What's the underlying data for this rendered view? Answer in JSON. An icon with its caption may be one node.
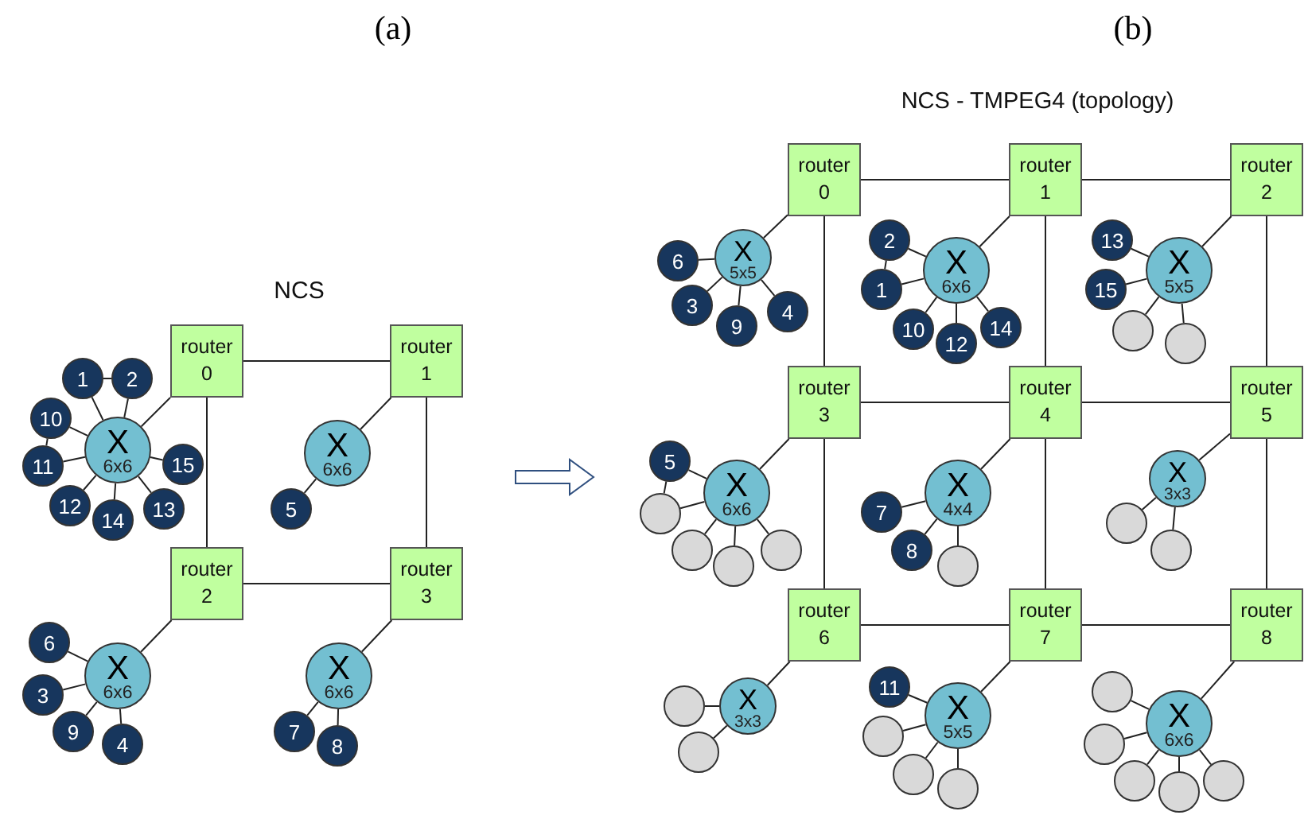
{
  "diagram": {
    "nodes": [
      {
        "text": [
          "router 0"
        ]
      },
      {
        "text": [
          "router 1"
        ]
      },
      {
        "text": [
          "router 2"
        ]
      },
      {
        "text": [
          "router 3"
        ]
      },
      {
        "text": [
          "X",
          "6x6"
        ]
      },
      {
        "text": [
          "1"
        ]
      },
      {
        "text": [
          "2"
        ]
      },
      {
        "text": [
          "10"
        ]
      },
      {
        "text": [
          "11"
        ]
      },
      {
        "text": [
          "12"
        ]
      },
      {
        "text": [
          "14"
        ]
      },
      {
        "text": [
          "13"
        ]
      },
      {
        "text": [
          "15"
        ]
      },
      {
        "text": [
          "X",
          "6x6"
        ]
      },
      {
        "text": [
          "5"
        ]
      },
      {
        "text": [
          "X",
          "6x6"
        ]
      },
      {
        "text": [
          "6"
        ]
      },
      {
        "text": [
          "3"
        ]
      },
      {
        "text": [
          "9"
        ]
      },
      {
        "text": [
          "4"
        ]
      },
      {
        "text": [
          "X",
          "6x6"
        ]
      },
      {
        "text": [
          "7"
        ]
      },
      {
        "text": [
          "8"
        ]
      },
      {
        "text": [
          "router 0"
        ]
      },
      {
        "text": [
          "router 1"
        ]
      },
      {
        "text": [
          "router 2"
        ]
      },
      {
        "text": [
          "router 3"
        ]
      },
      {
        "text": [
          "router 4"
        ]
      },
      {
        "text": [
          "router 5"
        ]
      },
      {
        "text": [
          "router 6"
        ]
      },
      {
        "text": [
          "router 7"
        ]
      },
      {
        "text": [
          "router 8"
        ]
      },
      {
        "text": [
          "X",
          "5x5"
        ]
      },
      {
        "text": [
          "6"
        ]
      },
      {
        "text": [
          "3"
        ]
      },
      {
        "text": [
          "9"
        ]
      },
      {
        "text": [
          "4"
        ]
      },
      {
        "text": [
          "X",
          "6x6"
        ]
      },
      {
        "text": [
          "2"
        ]
      },
      {
        "text": [
          "1"
        ]
      },
      {
        "text": [
          "10"
        ]
      },
      {
        "text": [
          "12"
        ]
      },
      {
        "text": [
          "14"
        ]
      },
      {
        "text": [
          "X",
          "5x5"
        ]
      },
      {
        "text": [
          "13"
        ]
      },
      {
        "text": [
          "15"
        ]
      },
      {
        "text": [],
        "shape": "circle"
      },
      {
        "text": [],
        "shape": "circle"
      },
      {
        "text": [
          "X",
          "6x6"
        ]
      },
      {
        "text": [
          "5"
        ]
      },
      {
        "text": [],
        "shape": "circle"
      },
      {
        "text": [],
        "shape": "circle"
      },
      {
        "text": [],
        "shape": "circle"
      },
      {
        "text": [],
        "shape": "circle"
      },
      {
        "text": [
          "X",
          "4x4"
        ]
      },
      {
        "text": [
          "7"
        ]
      },
      {
        "text": [
          "8"
        ]
      },
      {
        "text": [],
        "shape": "circle"
      },
      {
        "text": [
          "X",
          "3x3"
        ]
      },
      {
        "text": [],
        "shape": "circle"
      },
      {
        "text": [],
        "shape": "circle"
      },
      {
        "text": [
          "X",
          "3x3"
        ]
      },
      {
        "text": [],
        "shape": "circle"
      },
      {
        "text": [],
        "shape": "circle"
      },
      {
        "text": [
          "X",
          "5x5"
        ]
      },
      {
        "text": [
          "11"
        ]
      },
      {
        "text": [],
        "shape": "circle"
      },
      {
        "text": [],
        "shape": "circle"
      },
      {
        "text": [],
        "shape": "circle"
      },
      {
        "text": [
          "X",
          "6x6"
        ]
      },
      {
        "text": [],
        "shape": "circle"
      },
      {
        "text": [],
        "shape": "circle"
      },
      {
        "text": [],
        "shape": "circle"
      },
      {
        "text": [],
        "shape": "circle"
      },
      {
        "text": [],
        "shape": "circle"
      }
    ],
    "edges": [
      {
        "from": 0,
        "to": 1,
        "arrow": "none"
      },
      {
        "from": 0,
        "to": 2,
        "arrow": "none"
      },
      {
        "from": 1,
        "to": 3,
        "arrow": "none"
      },
      {
        "from": 2,
        "to": 3,
        "arrow": "none"
      },
      {
        "from": 0,
        "to": 4,
        "arrow": "none"
      },
      {
        "from": 4,
        "to": 5,
        "arrow": "none"
      },
      {
        "from": 4,
        "to": 6,
        "arrow": "none"
      },
      {
        "from": 4,
        "to": 7,
        "arrow": "none"
      },
      {
        "from": 4,
        "to": 8,
        "arrow": "none"
      },
      {
        "from": 4,
        "to": 9,
        "arrow": "none"
      },
      {
        "from": 4,
        "to": 10,
        "arrow": "none"
      },
      {
        "from": 4,
        "to": 11,
        "arrow": "none"
      },
      {
        "from": 4,
        "to": 12,
        "arrow": "none"
      },
      {
        "from": 5,
        "to": 6,
        "arrow": "none"
      },
      {
        "from": 7,
        "to": 8,
        "arrow": "none"
      },
      {
        "from": 1,
        "to": 13,
        "arrow": "none"
      },
      {
        "from": 13,
        "to": 14,
        "arrow": "none"
      },
      {
        "from": 2,
        "to": 15,
        "arrow": "none"
      },
      {
        "from": 15,
        "to": 16,
        "arrow": "none"
      },
      {
        "from": 15,
        "to": 17,
        "arrow": "none"
      },
      {
        "from": 15,
        "to": 18,
        "arrow": "none"
      },
      {
        "from": 15,
        "to": 19,
        "arrow": "none"
      },
      {
        "from": 3,
        "to": 20,
        "arrow": "none"
      },
      {
        "from": 20,
        "to": 21,
        "arrow": "none"
      },
      {
        "from": 20,
        "to": 22,
        "arrow": "none"
      },
      {
        "from": 23,
        "to": 24,
        "arrow": "none"
      },
      {
        "from": 24,
        "to": 25,
        "arrow": "none"
      },
      {
        "from": 26,
        "to": 27,
        "arrow": "none"
      },
      {
        "from": 27,
        "to": 28,
        "arrow": "none"
      },
      {
        "from": 29,
        "to": 30,
        "arrow": "none"
      },
      {
        "from": 30,
        "to": 31,
        "arrow": "none"
      },
      {
        "from": 23,
        "to": 26,
        "arrow": "none"
      },
      {
        "from": 24,
        "to": 27,
        "arrow": "none"
      },
      {
        "from": 25,
        "to": 28,
        "arrow": "none"
      },
      {
        "from": 26,
        "to": 29,
        "arrow": "none"
      },
      {
        "from": 27,
        "to": 30,
        "arrow": "none"
      },
      {
        "from": 28,
        "to": 31,
        "arrow": "none"
      },
      {
        "from": 23,
        "to": 32,
        "arrow": "none"
      },
      {
        "from": 32,
        "to": 33,
        "arrow": "none"
      },
      {
        "from": 32,
        "to": 34,
        "arrow": "none"
      },
      {
        "from": 32,
        "to": 35,
        "arrow": "none"
      },
      {
        "from": 32,
        "to": 36,
        "arrow": "none"
      },
      {
        "from": 24,
        "to": 37,
        "arrow": "none"
      },
      {
        "from": 37,
        "to": 38,
        "arrow": "none"
      },
      {
        "from": 37,
        "to": 39,
        "arrow": "none"
      },
      {
        "from": 37,
        "to": 40,
        "arrow": "none"
      },
      {
        "from": 37,
        "to": 41,
        "arrow": "none"
      },
      {
        "from": 37,
        "to": 42,
        "arrow": "none"
      },
      {
        "from": 38,
        "to": 39,
        "arrow": "none"
      },
      {
        "from": 25,
        "to": 43,
        "arrow": "none"
      },
      {
        "from": 43,
        "to": 44,
        "arrow": "none"
      },
      {
        "from": 43,
        "to": 45,
        "arrow": "none"
      },
      {
        "from": 43,
        "to": 46,
        "arrow": "none"
      },
      {
        "from": 43,
        "to": 47,
        "arrow": "none"
      },
      {
        "from": 26,
        "to": 48,
        "arrow": "none"
      },
      {
        "from": 48,
        "to": 49,
        "arrow": "none"
      },
      {
        "from": 48,
        "to": 50,
        "arrow": "none"
      },
      {
        "from": 48,
        "to": 51,
        "arrow": "none"
      },
      {
        "from": 48,
        "to": 52,
        "arrow": "none"
      },
      {
        "from": 48,
        "to": 53,
        "arrow": "none"
      },
      {
        "from": 49,
        "to": 50,
        "arrow": "none"
      },
      {
        "from": 27,
        "to": 54,
        "arrow": "none"
      },
      {
        "from": 54,
        "to": 55,
        "arrow": "none"
      },
      {
        "from": 54,
        "to": 56,
        "arrow": "none"
      },
      {
        "from": 54,
        "to": 57,
        "arrow": "none"
      },
      {
        "from": 28,
        "to": 58,
        "arrow": "none"
      },
      {
        "from": 58,
        "to": 59,
        "arrow": "none"
      },
      {
        "from": 58,
        "to": 60,
        "arrow": "none"
      },
      {
        "from": 29,
        "to": 61,
        "arrow": "none"
      },
      {
        "from": 61,
        "to": 62,
        "arrow": "none"
      },
      {
        "from": 61,
        "to": 63,
        "arrow": "none"
      },
      {
        "from": 30,
        "to": 64,
        "arrow": "none"
      },
      {
        "from": 64,
        "to": 65,
        "arrow": "none"
      },
      {
        "from": 64,
        "to": 66,
        "arrow": "none"
      },
      {
        "from": 64,
        "to": 67,
        "arrow": "none"
      },
      {
        "from": 64,
        "to": 68,
        "arrow": "none"
      },
      {
        "from": 31,
        "to": 69,
        "arrow": "none"
      },
      {
        "from": 69,
        "to": 70,
        "arrow": "none"
      },
      {
        "from": 69,
        "to": 71,
        "arrow": "none"
      },
      {
        "from": 69,
        "to": 72,
        "arrow": "none"
      },
      {
        "from": 69,
        "to": 73,
        "arrow": "none"
      },
      {
        "from": 69,
        "to": 74,
        "arrow": "none"
      }
    ],
    "labels": [
      "(a)",
      "(b)",
      "NCS",
      "NCS - TMPEG4 (topology)"
    ]
  }
}
